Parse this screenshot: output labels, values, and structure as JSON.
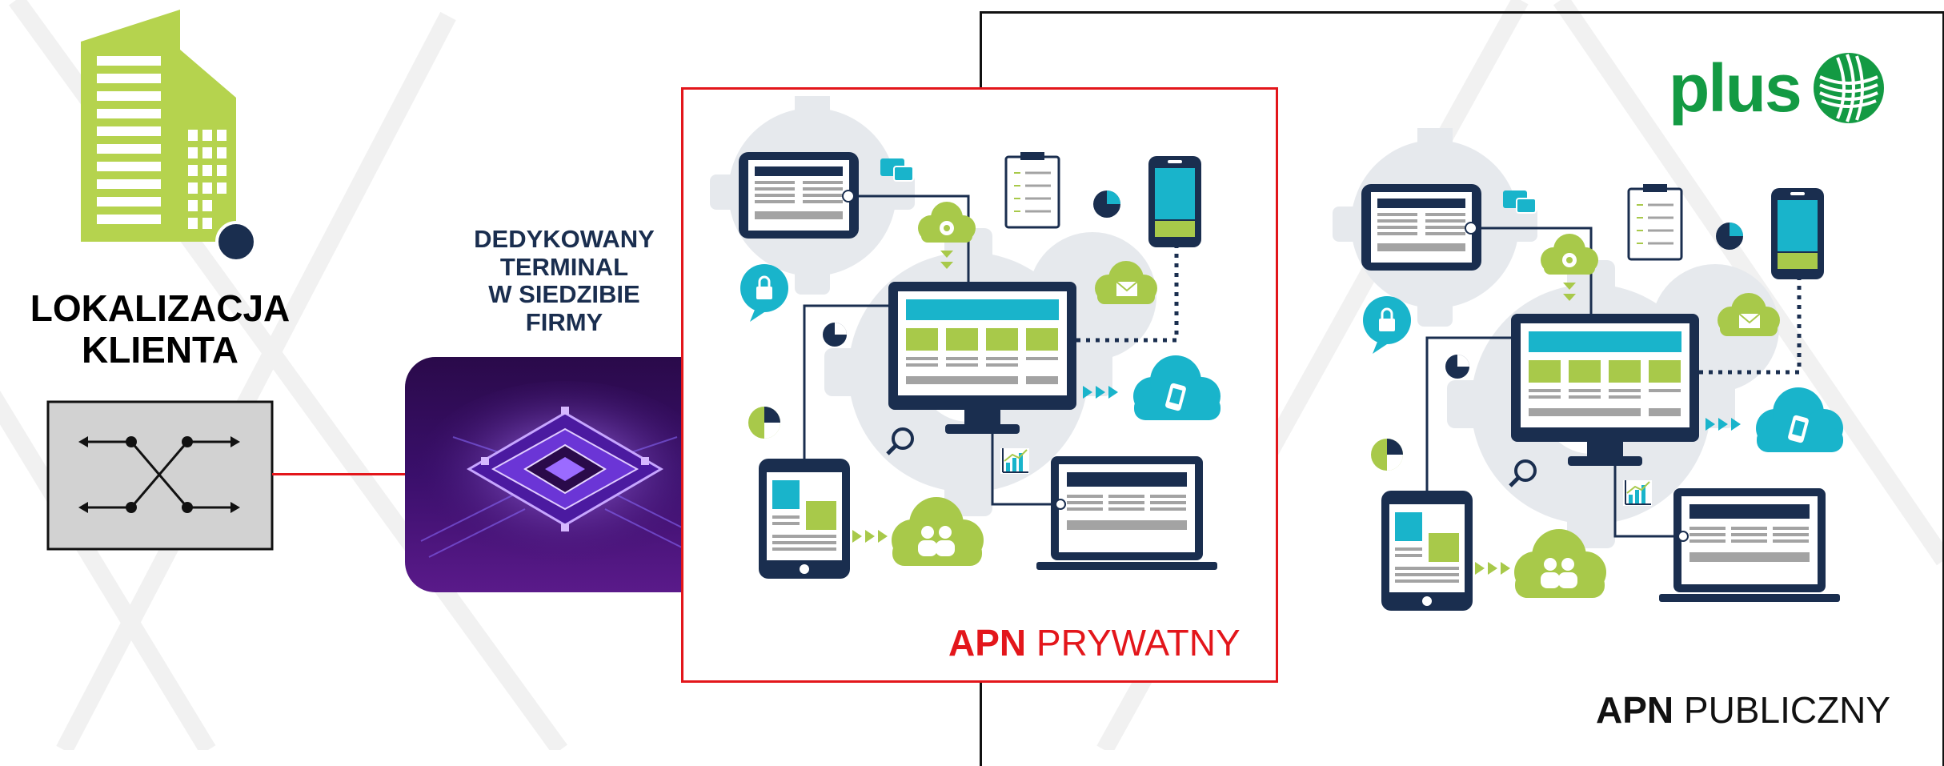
{
  "client_location": {
    "line1": "LOKALIZACJA",
    "line2": "KLIENTA",
    "building_icon": "office-building-icon",
    "switch_icon": "network-switch-icon"
  },
  "terminal": {
    "line1": "DEDYKOWANY",
    "line2": "TERMINAL",
    "line3": "W SIEDZIBIE",
    "line4": "FIRMY",
    "chip_icon": "processor-chip-icon"
  },
  "private_apn": {
    "strong": "APN",
    "rest": "PRYWATNY",
    "color": "#e3161b"
  },
  "public_apn": {
    "strong": "APN",
    "rest": "PUBLICZNY",
    "color": "#111111"
  },
  "brand": {
    "name": "plus",
    "color": "#139a43"
  },
  "colors": {
    "navy": "#1a2e4f",
    "lime": "#a8c94a",
    "teal": "#19b4cb",
    "gear": "#e6e9ed",
    "red_line": "#e3161b"
  }
}
